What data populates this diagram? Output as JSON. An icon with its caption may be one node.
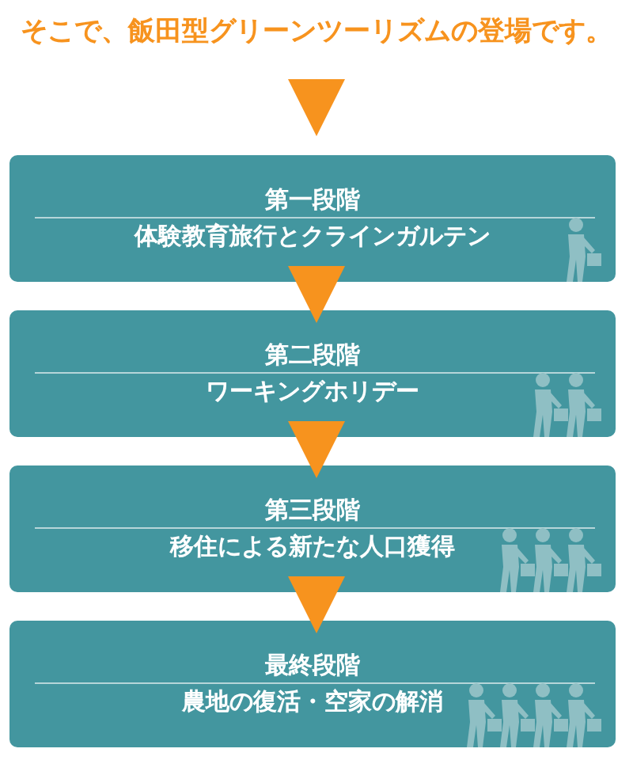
{
  "diagram": {
    "title": "そこで、飯田型グリーンツーリズムの登場です。",
    "nodes": [
      {
        "text": [
          "第一段階",
          "体験教育旅行とクラインガルテン"
        ]
      },
      {
        "text": [
          "第二段階",
          "ワーキングホリデー"
        ]
      },
      {
        "text": [
          "第三段階",
          "移住による新たな人口獲得"
        ]
      },
      {
        "text": [
          "最終段階",
          "農地の復活・空家の解消"
        ]
      }
    ],
    "edges": [
      {
        "from": null,
        "to": 0,
        "arrow": "to"
      },
      {
        "from": 0,
        "to": 1,
        "arrow": "to"
      },
      {
        "from": 1,
        "to": 2,
        "arrow": "to"
      },
      {
        "from": 2,
        "to": 3,
        "arrow": "to"
      }
    ]
  }
}
